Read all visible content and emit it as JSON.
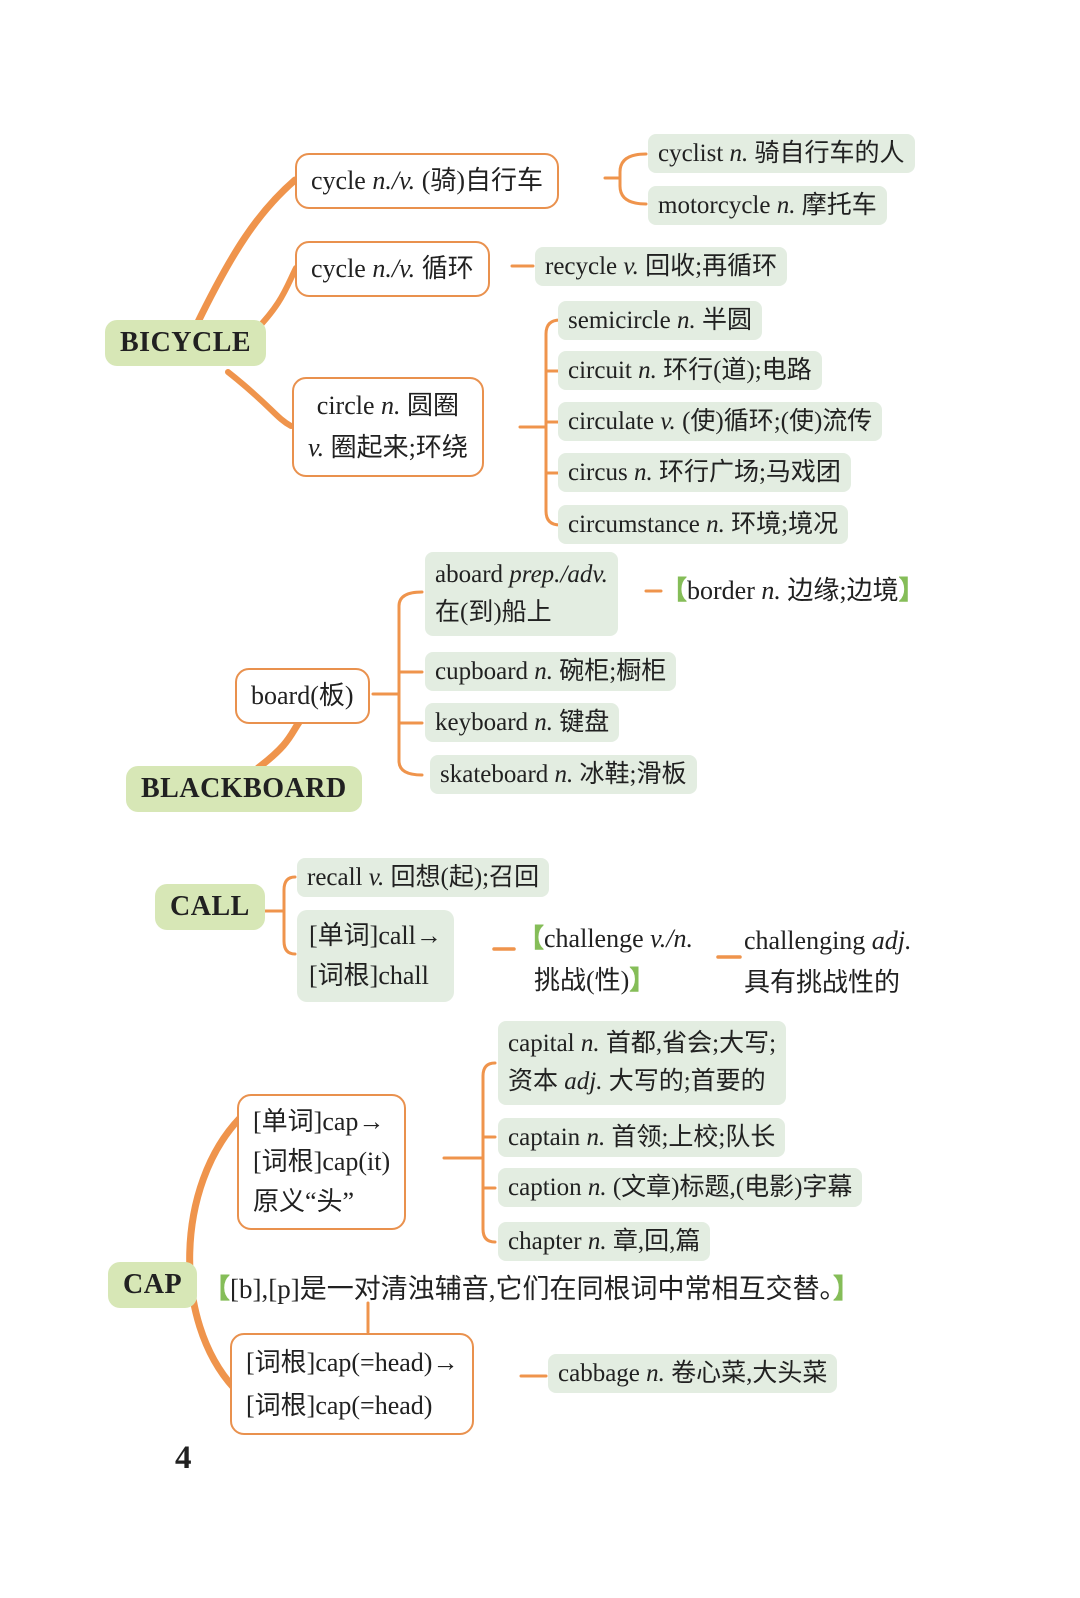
{
  "page_number": "4",
  "colors": {
    "branch_orange": "#ef944c",
    "root_node_bg": "#d7e7b6",
    "leaf_bg": "#e3ede1",
    "box_border_orange": "#e9914e",
    "bracket_green": "#85bd58",
    "text": "#212121"
  },
  "bicycle": {
    "root": "BICYCLE",
    "cycle_bike": {
      "label": "cycle *n./v.* (骑)自行车",
      "cyclist": "cyclist *n.* 骑自行车的人",
      "motorcycle": "motorcycle *n.* 摩托车"
    },
    "cycle_loop": {
      "label": "cycle *n./v.* 循环",
      "recycle": "recycle *v.* 回收;再循环"
    },
    "circle": {
      "label_line1": "circle *n.* 圆圈",
      "label_line2": "*v.* 圈起来;环绕",
      "semicircle": "semicircle *n.* 半圆",
      "circuit": "circuit *n.* 环行(道);电路",
      "circulate": "circulate *v.* (使)循环;(使)流传",
      "circus": "circus *n.* 环行广场;马戏团",
      "circumstance": "circumstance *n.* 环境;境况"
    }
  },
  "blackboard": {
    "root": "BLACKBOARD",
    "board": {
      "label": "board(板)",
      "aboard_line1": "aboard *prep./adv.*",
      "aboard_line2": "在(到)船上",
      "border_note": "【border *n.* 边缘;边境】",
      "cupboard": "cupboard *n.* 碗柜;橱柜",
      "keyboard": "keyboard *n.* 键盘",
      "skateboard": "skateboard *n.* 冰鞋;滑板"
    }
  },
  "call": {
    "root": "CALL",
    "recall": "recall *v.* 回想(起);召回",
    "word_root_box": {
      "line1": "[单词]call→",
      "line2": "[词根]chall"
    },
    "challenge": {
      "line1": "【challenge *v./n.*",
      "line2": "挑战(性)】"
    },
    "challenging": {
      "line1": "challenging *adj.*",
      "line2": "具有挑战性的"
    }
  },
  "cap": {
    "root": "CAP",
    "word_root_box": {
      "line1": "[单词]cap→",
      "line2": "[词根]cap(it)",
      "line3": "原义“头”"
    },
    "capital_line1": "capital *n.* 首都,省会;大写;",
    "capital_line2": "资本 *adj.* 大写的;首要的",
    "captain": "captain *n.* 首领;上校;队长",
    "caption": "caption *n.* (文章)标题,(电影)字幕",
    "chapter": "chapter *n.* 章,回,篇",
    "phonetic_note": "【[b],[p]是一对清浊辅音,它们在同根词中常相互交替。】",
    "root_box2": {
      "line1": "[词根]cap(=head)→",
      "line2": "[词根]cap(=head)"
    },
    "cabbage": "cabbage *n.* 卷心菜,大头菜"
  }
}
